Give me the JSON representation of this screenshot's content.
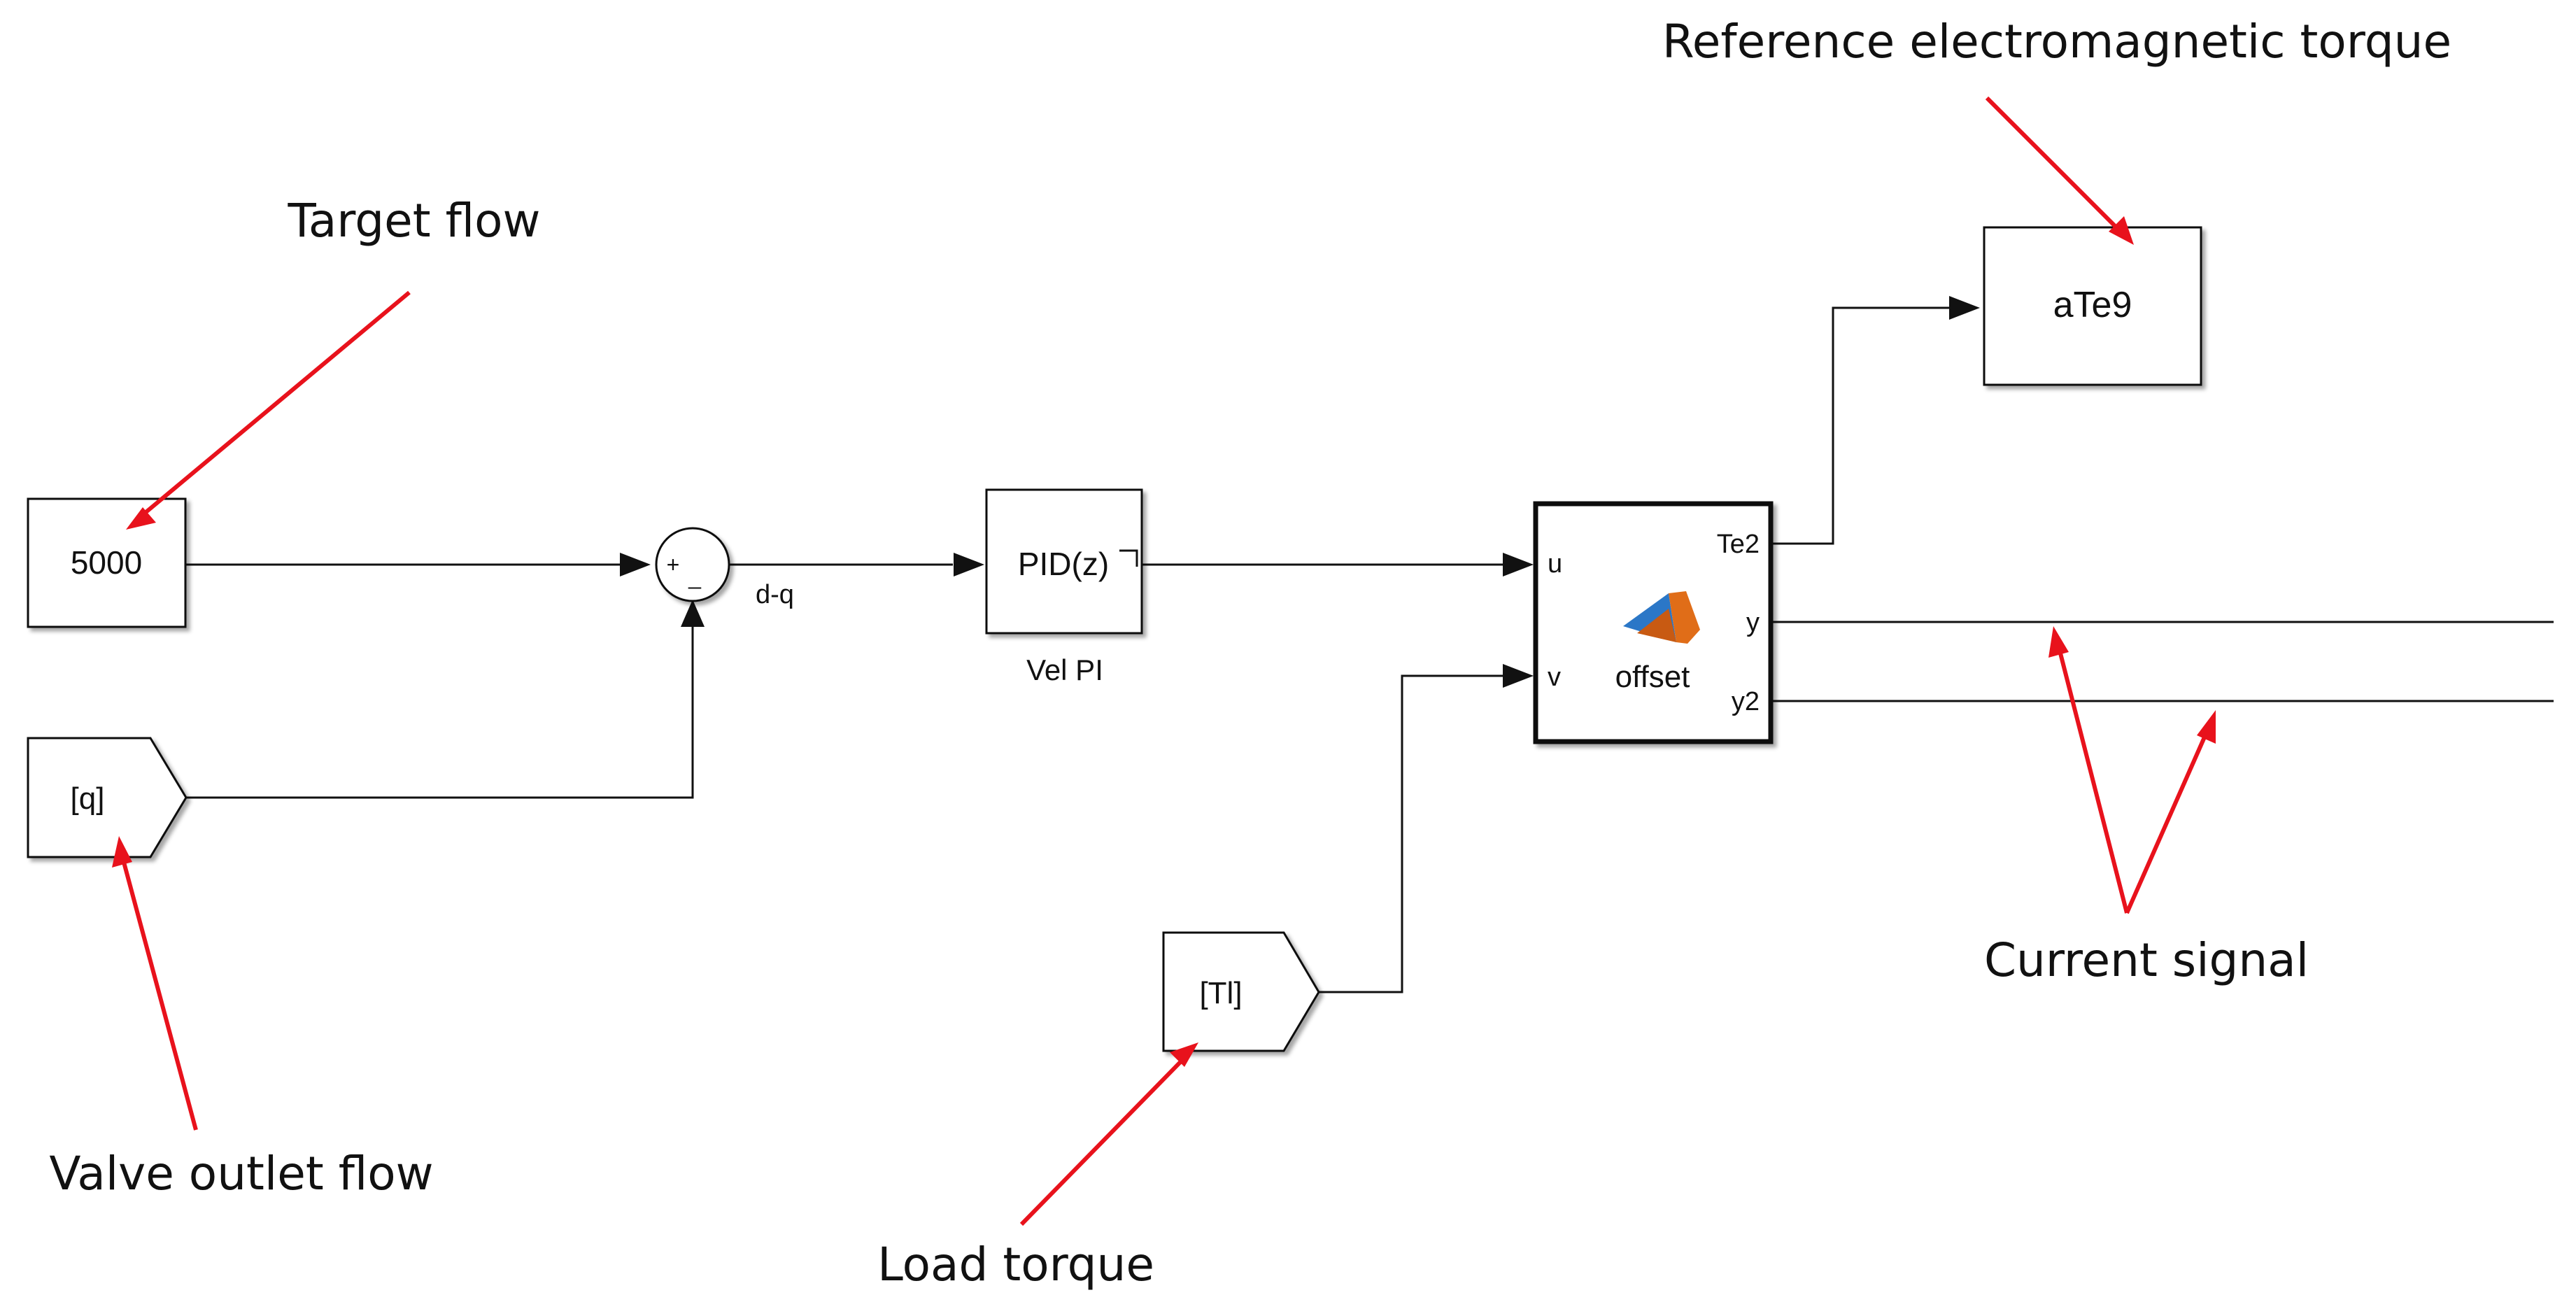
{
  "blocks": {
    "constant": {
      "value": "5000",
      "label": ""
    },
    "sum": {
      "plus": "+",
      "minus": "_",
      "output_label": "d-q"
    },
    "goto_q": {
      "text": "[q]"
    },
    "pid": {
      "text": "PID(z)",
      "label": "Vel PI"
    },
    "goto_tl": {
      "text": "[Tl]"
    },
    "matlab_fn": {
      "name": "offset",
      "in_ports": [
        "u",
        "v"
      ],
      "out_ports": [
        "Te2",
        "y",
        "y2"
      ]
    },
    "scope": {
      "text": "aTe9"
    }
  },
  "annotations": {
    "target_flow": "Target flow",
    "valve_outlet_flow": "Valve outlet flow",
    "load_torque": "Load torque",
    "reference_torque": "Reference electromagnetic torque",
    "current_signal": "Current signal"
  },
  "colors": {
    "arrow": "#e8121c",
    "line": "#111111",
    "matlab_icon_orange": "#e06d18",
    "matlab_icon_blue": "#2b77c7"
  }
}
